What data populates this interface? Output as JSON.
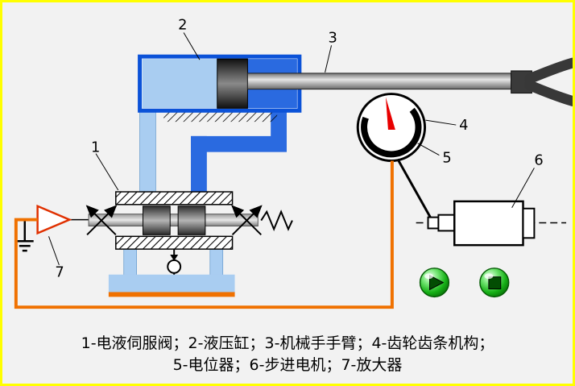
{
  "frame": {
    "border_color": "#ffff00",
    "background_color": "#f2f2f2"
  },
  "colors": {
    "wire_orange": "#f07100",
    "pipe_dark_blue": "#2a6ae0",
    "pipe_light_blue": "#a9cdf1",
    "cylinder_border_blue": "#0b52d8",
    "needle_red": "#e80000",
    "amplifier_outline": "#e03000",
    "button_green": "#16b016"
  },
  "part_labels": {
    "servo_valve": "1",
    "cylinder": "2",
    "arm": "3",
    "gear_rack": "4",
    "potentiometer": "5",
    "stepper_motor": "6",
    "amplifier": "7"
  },
  "caption": {
    "line1": "1-电液伺服阀；2-液压缸；3-机械手手臂；4-齿轮齿条机构；",
    "line2": "5-电位器；6-步进电机；7-放大器"
  },
  "controls": {
    "play_icon": "play-triangle",
    "stop_icon": "stop-square"
  }
}
